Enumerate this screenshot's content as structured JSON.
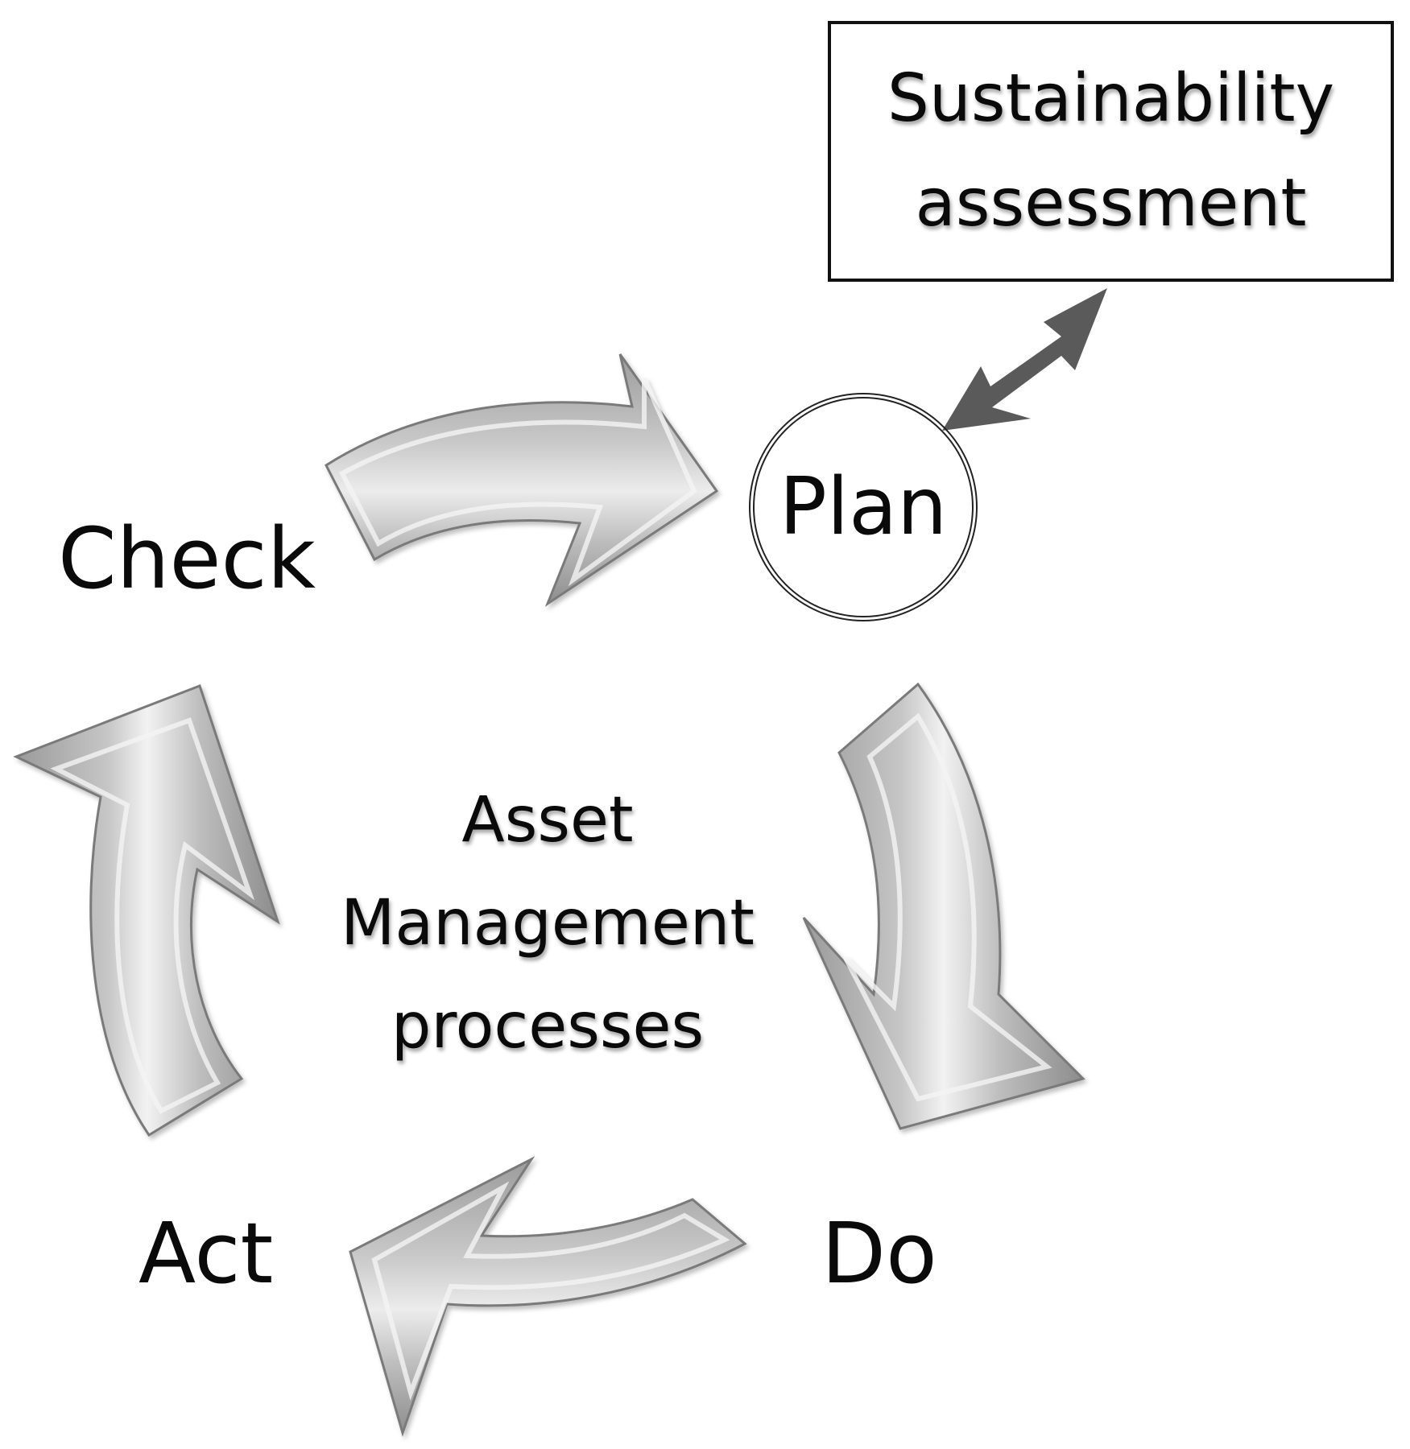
{
  "diagram": {
    "stages": {
      "plan": "Plan",
      "do": "Do",
      "act": "Act",
      "check": "Check"
    },
    "center": {
      "line1": "Asset",
      "line2": "Management",
      "line3": "processes"
    },
    "sustainability_box": {
      "line1": "Sustainability",
      "line2": "assessment"
    },
    "colors": {
      "arrow_fill": "#b8b8b8",
      "arrow_highlight": "#f4f4f4",
      "arrow_shadow": "#8a8a8a",
      "connector": "#5a5a5a"
    },
    "icons": {
      "cycle_arrows": "curved-block-arrow-icon",
      "connector": "double-headed-arrow-icon"
    }
  }
}
